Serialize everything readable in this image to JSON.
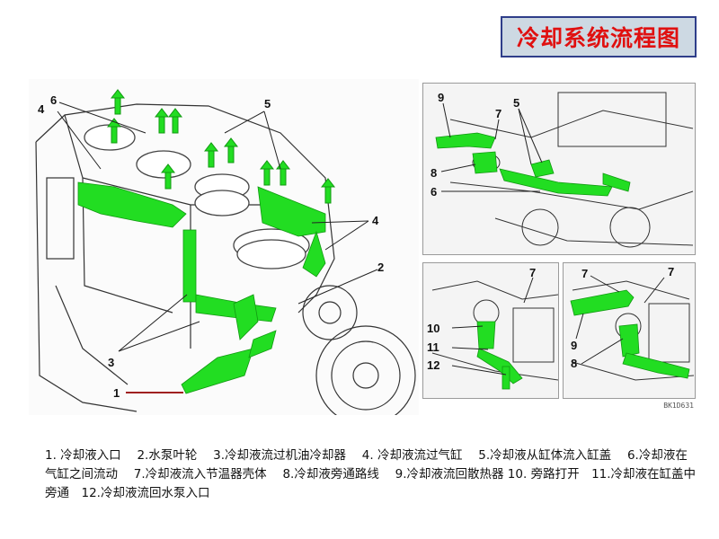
{
  "title": "冷却系统流程图",
  "image_code": "BK1D631",
  "main_labels": [
    "1",
    "2",
    "3",
    "4",
    "4",
    "5",
    "6"
  ],
  "top_right_labels": [
    "9",
    "7",
    "5",
    "8",
    "6"
  ],
  "bottom_left_labels": [
    "7",
    "10",
    "11",
    "12"
  ],
  "bottom_right_labels": [
    "7",
    "7",
    "9",
    "8"
  ],
  "caption": "1. 冷却液入口　 2.水泵叶轮　 3.冷却液流过机油冷却器　 4. 冷却液流过气缸　 5.冷却液从缸体流入缸盖　 6.冷却液在气缸之间流动　 7.冷却液流入节温器壳体　 8.冷却液旁通路线　 9.冷却液流回散热器 10. 旁路打开　11.冷却液在缸盖中旁通　12.冷却液流回水泵入口",
  "colors": {
    "coolant": "#22dd22",
    "title_text": "#e01010",
    "title_bg": "#cdd9e3",
    "title_border": "#2f3e8a"
  }
}
